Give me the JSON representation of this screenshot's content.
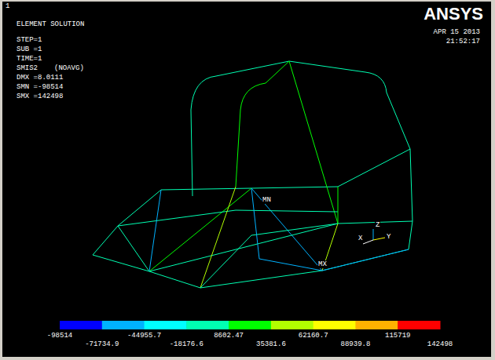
{
  "diagram": {
    "labels": [
      "1",
      "ELEMENT SOLUTION",
      "STEP=1",
      "SUB =1",
      "TIME=1",
      "SMIS2",
      "(NOAVG)",
      "DMX =8.0111",
      "SMN =-98514",
      "SMX =142498",
      "ANSYS",
      "APR 15 2013",
      "21:52:17",
      "MN",
      "MX",
      "X",
      "Y",
      "Z",
      "-98514",
      "-71734.9",
      "-44955.7",
      "-18176.6",
      "8602.47",
      "35381.6",
      "62160.7",
      "88939.8",
      "115719",
      "142498"
    ]
  }
}
